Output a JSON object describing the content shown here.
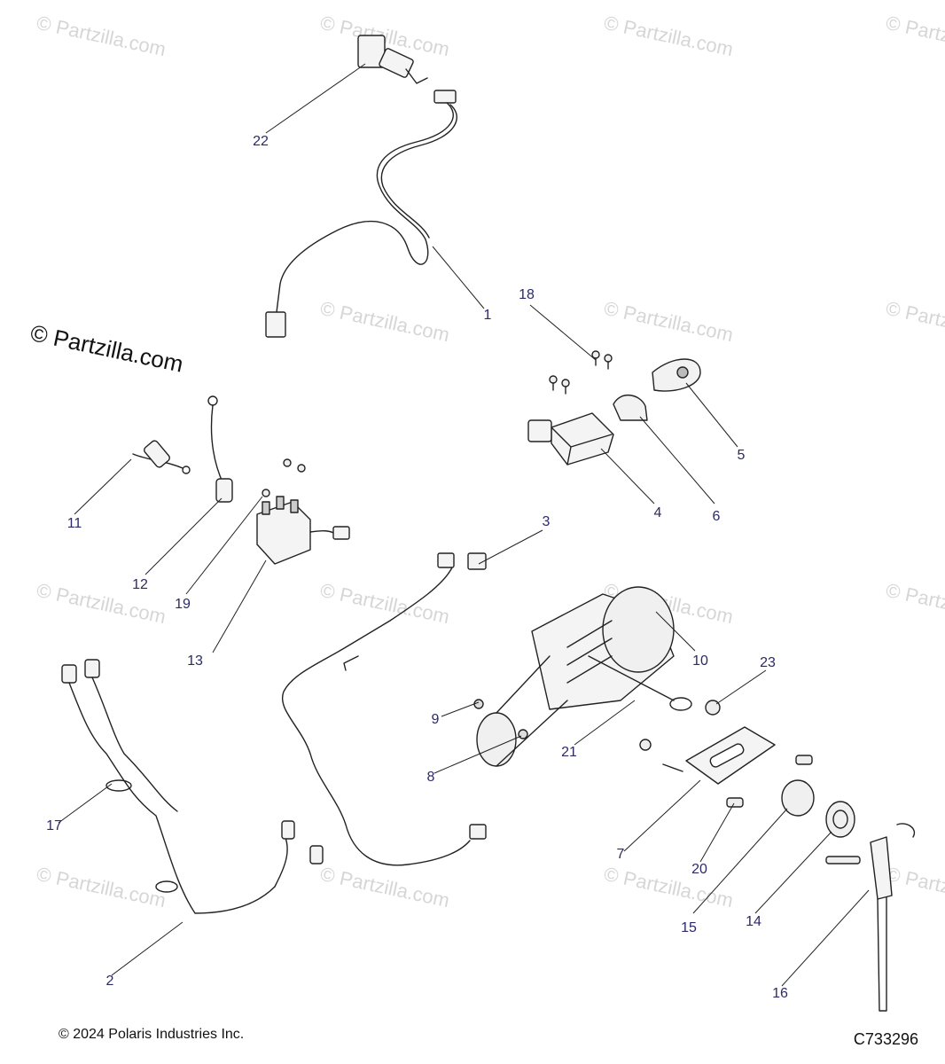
{
  "watermark": "© Partzilla.com",
  "brand": "© Partzilla.com",
  "footer": {
    "copyright": "© 2024 Polaris Industries Inc.",
    "diagram_code": "C733296"
  },
  "callouts": [
    {
      "id": "c1",
      "label": "1"
    },
    {
      "id": "c2",
      "label": "2"
    },
    {
      "id": "c3",
      "label": "3"
    },
    {
      "id": "c4",
      "label": "4"
    },
    {
      "id": "c5",
      "label": "5"
    },
    {
      "id": "c6",
      "label": "6"
    },
    {
      "id": "c7",
      "label": "7"
    },
    {
      "id": "c8",
      "label": "8"
    },
    {
      "id": "c9",
      "label": "9"
    },
    {
      "id": "c10",
      "label": "10"
    },
    {
      "id": "c11",
      "label": "11"
    },
    {
      "id": "c12",
      "label": "12"
    },
    {
      "id": "c13",
      "label": "13"
    },
    {
      "id": "c14",
      "label": "14"
    },
    {
      "id": "c15",
      "label": "15"
    },
    {
      "id": "c16",
      "label": "16"
    },
    {
      "id": "c17",
      "label": "17"
    },
    {
      "id": "c18",
      "label": "18"
    },
    {
      "id": "c19",
      "label": "19"
    },
    {
      "id": "c20",
      "label": "20"
    },
    {
      "id": "c21",
      "label": "21"
    },
    {
      "id": "c22",
      "label": "22"
    },
    {
      "id": "c23",
      "label": "23"
    }
  ]
}
